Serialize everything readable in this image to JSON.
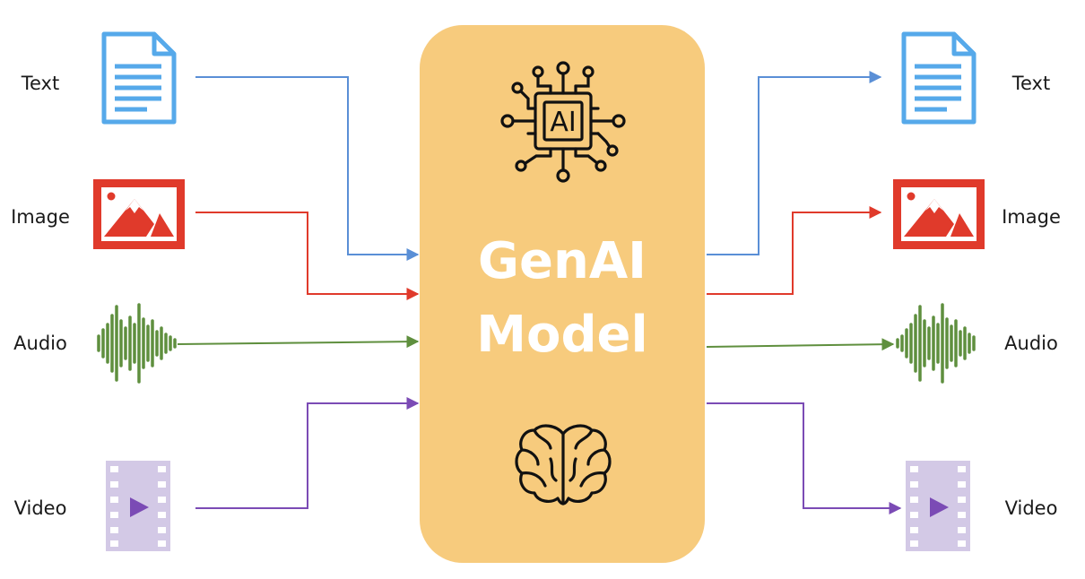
{
  "inputs": {
    "text": "Text",
    "image": "Image",
    "audio": "Audio",
    "video": "Video"
  },
  "outputs": {
    "text": "Text",
    "image": "Image",
    "audio": "Audio",
    "video": "Video"
  },
  "model": {
    "title_line1": "GenAI",
    "title_line2": "Model",
    "chip_label": "AI",
    "top_icon": "ai-chip-icon",
    "bottom_icon": "brain-icon"
  },
  "icons": {
    "text": "document-icon",
    "image": "image-icon",
    "audio": "waveform-icon",
    "video": "film-strip-icon"
  },
  "colors": {
    "model_box": "#f7cb7d",
    "text": "#5a8fd6",
    "text_icon": "#56a9ea",
    "image": "#e03a2b",
    "audio": "#5f8f3e",
    "video": "#7b4bb5",
    "video_icon_bg": "#d3c9e6"
  }
}
